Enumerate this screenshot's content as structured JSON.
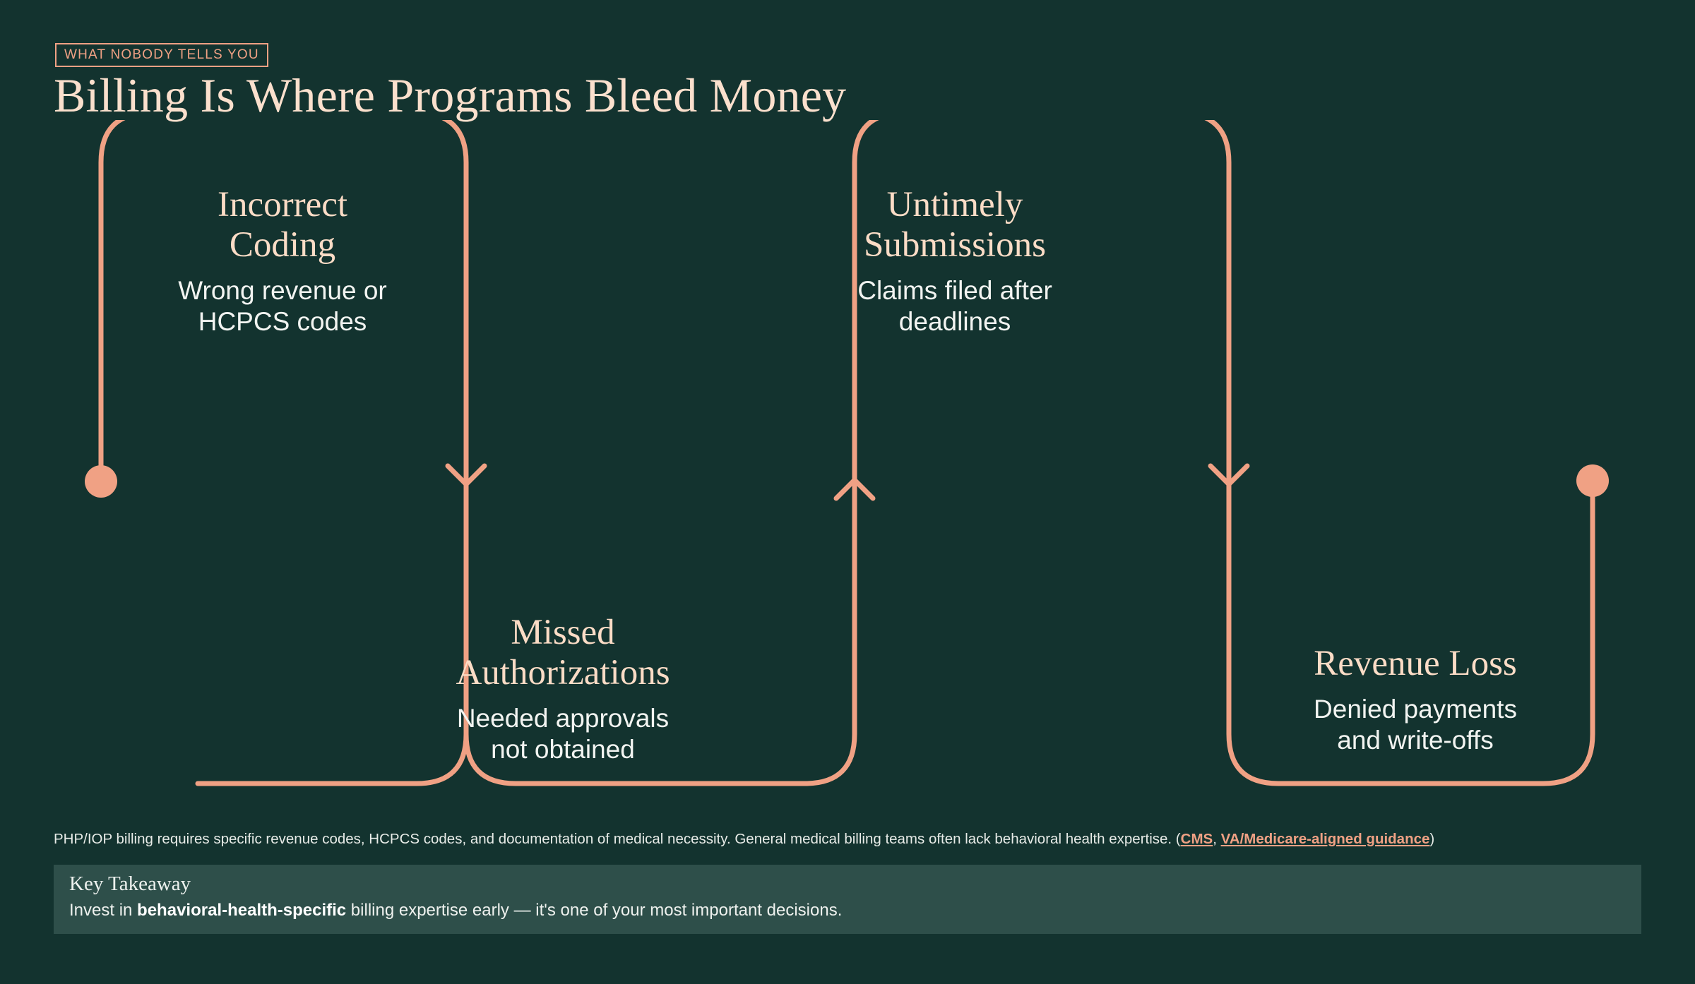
{
  "theme": {
    "background": "#13332f",
    "accent": "#f0a184",
    "title_color": "#fbe0cd",
    "node_title_color": "#fbdcc6",
    "body_color": "#f2f4f1",
    "takeaway_background": "#2e4f4a"
  },
  "header": {
    "eyebrow": "WHAT NOBODY TELLS YOU",
    "title": "Billing Is Where Programs Bleed Money"
  },
  "flow": {
    "nodes": [
      {
        "title": "Incorrect Coding",
        "title_lines": [
          "Incorrect",
          "Coding"
        ],
        "description": "Wrong revenue or HCPCS codes",
        "description_lines": [
          "Wrong revenue or",
          "HCPCS codes"
        ]
      },
      {
        "title": "Missed Authorizations",
        "title_lines": [
          "Missed",
          "Authorizations"
        ],
        "description": "Needed approvals not obtained",
        "description_lines": [
          "Needed approvals",
          "not obtained"
        ]
      },
      {
        "title": "Untimely Submissions",
        "title_lines": [
          "Untimely",
          "Submissions"
        ],
        "description": "Claims filed after deadlines",
        "description_lines": [
          "Claims filed after",
          "deadlines"
        ]
      },
      {
        "title": "Revenue Loss",
        "title_lines": [
          "Revenue Loss"
        ],
        "description": "Denied payments and write-offs",
        "description_lines": [
          "Denied payments",
          "and write-offs"
        ]
      }
    ],
    "markers": {
      "start_dot": "start-dot",
      "end_dot": "end-dot",
      "arrow_down_1": "chevron-down-icon",
      "arrow_up_1": "chevron-up-icon",
      "arrow_down_2": "chevron-down-icon"
    }
  },
  "footnote": {
    "text_before": "PHP/IOP billing requires specific revenue codes, HCPCS codes, and documentation of medical necessity. General medical billing teams often lack behavioral health expertise. (",
    "link_1": "CMS",
    "separator": ", ",
    "link_2": "VA/Medicare-aligned guidance",
    "text_after": ")"
  },
  "takeaway": {
    "title": "Key Takeaway",
    "body_before": "Invest in ",
    "body_bold": "behavioral-health-specific",
    "body_after": " billing expertise early — it's one of your most important decisions."
  }
}
